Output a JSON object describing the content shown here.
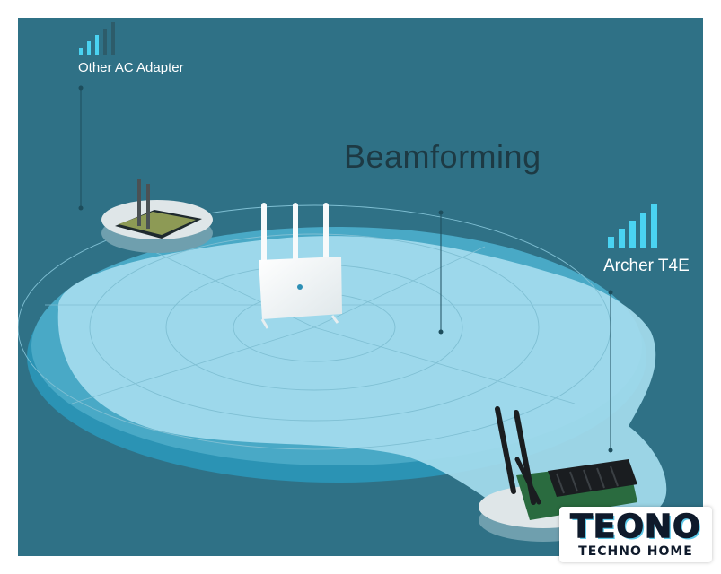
{
  "title": "Beamforming",
  "devices": {
    "other_adapter": {
      "label": "Other AC Adapter",
      "signal_bars_active": 3,
      "signal_bars_total": 5
    },
    "archer": {
      "label": "Archer T4E",
      "signal_bars_active": 5,
      "signal_bars_total": 5
    }
  },
  "watermark": {
    "name": "TEONO",
    "tagline": "TECHNO HOME"
  },
  "colors": {
    "background": "#2f7186",
    "coverage_fill": "#a5dcee",
    "signal_active": "#4ad3f2",
    "signal_inactive": "#2d5c6a",
    "title_text": "#1d3a44",
    "label_text": "#ffffff"
  }
}
